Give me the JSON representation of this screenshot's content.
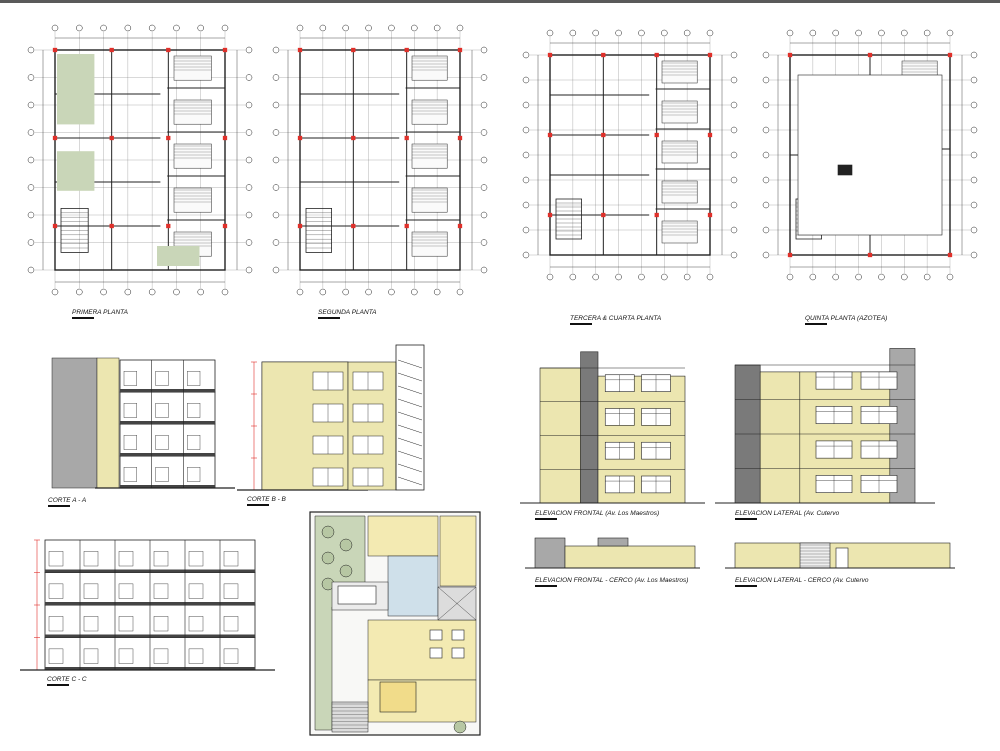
{
  "sheet": {
    "background": "#ffffff",
    "line_color": "#222222",
    "dimension_color": "#e0302a"
  },
  "colors": {
    "facade_cream": "#ece6b0",
    "facade_grey": "#a8a8a8",
    "facade_dark": "#7a7a7a",
    "garden_green": "#c9d6b8",
    "interior_yellow": "#f3eab2",
    "interior_blue": "#cfe0ea",
    "stair_grey": "#dcdcdc"
  },
  "labels": {
    "primera_planta": "PRIMERA PLANTA",
    "segunda_planta": "SEGUNDA PLANTA",
    "tercera_cuarta": "TERCERA & CUARTA PLANTA",
    "quinta_planta": "QUINTA PLANTA (AZOTEA)",
    "corte_aa": "CORTE  A - A",
    "corte_bb": "CORTE  B - B",
    "corte_cc": "CORTE  C - C",
    "elev_frontal": "ELEVACION FRONTAL (Av. Los Maestros)",
    "elev_lateral": "ELEVACION LATERAL (Av. Cutervo",
    "elev_frontal_cerco": "ELEVACION FRONTAL - CERCO (Av. Los Maestros)",
    "elev_lateral_cerco": "ELEVACION LATERAL - CERCO (Av. Cutervo"
  }
}
